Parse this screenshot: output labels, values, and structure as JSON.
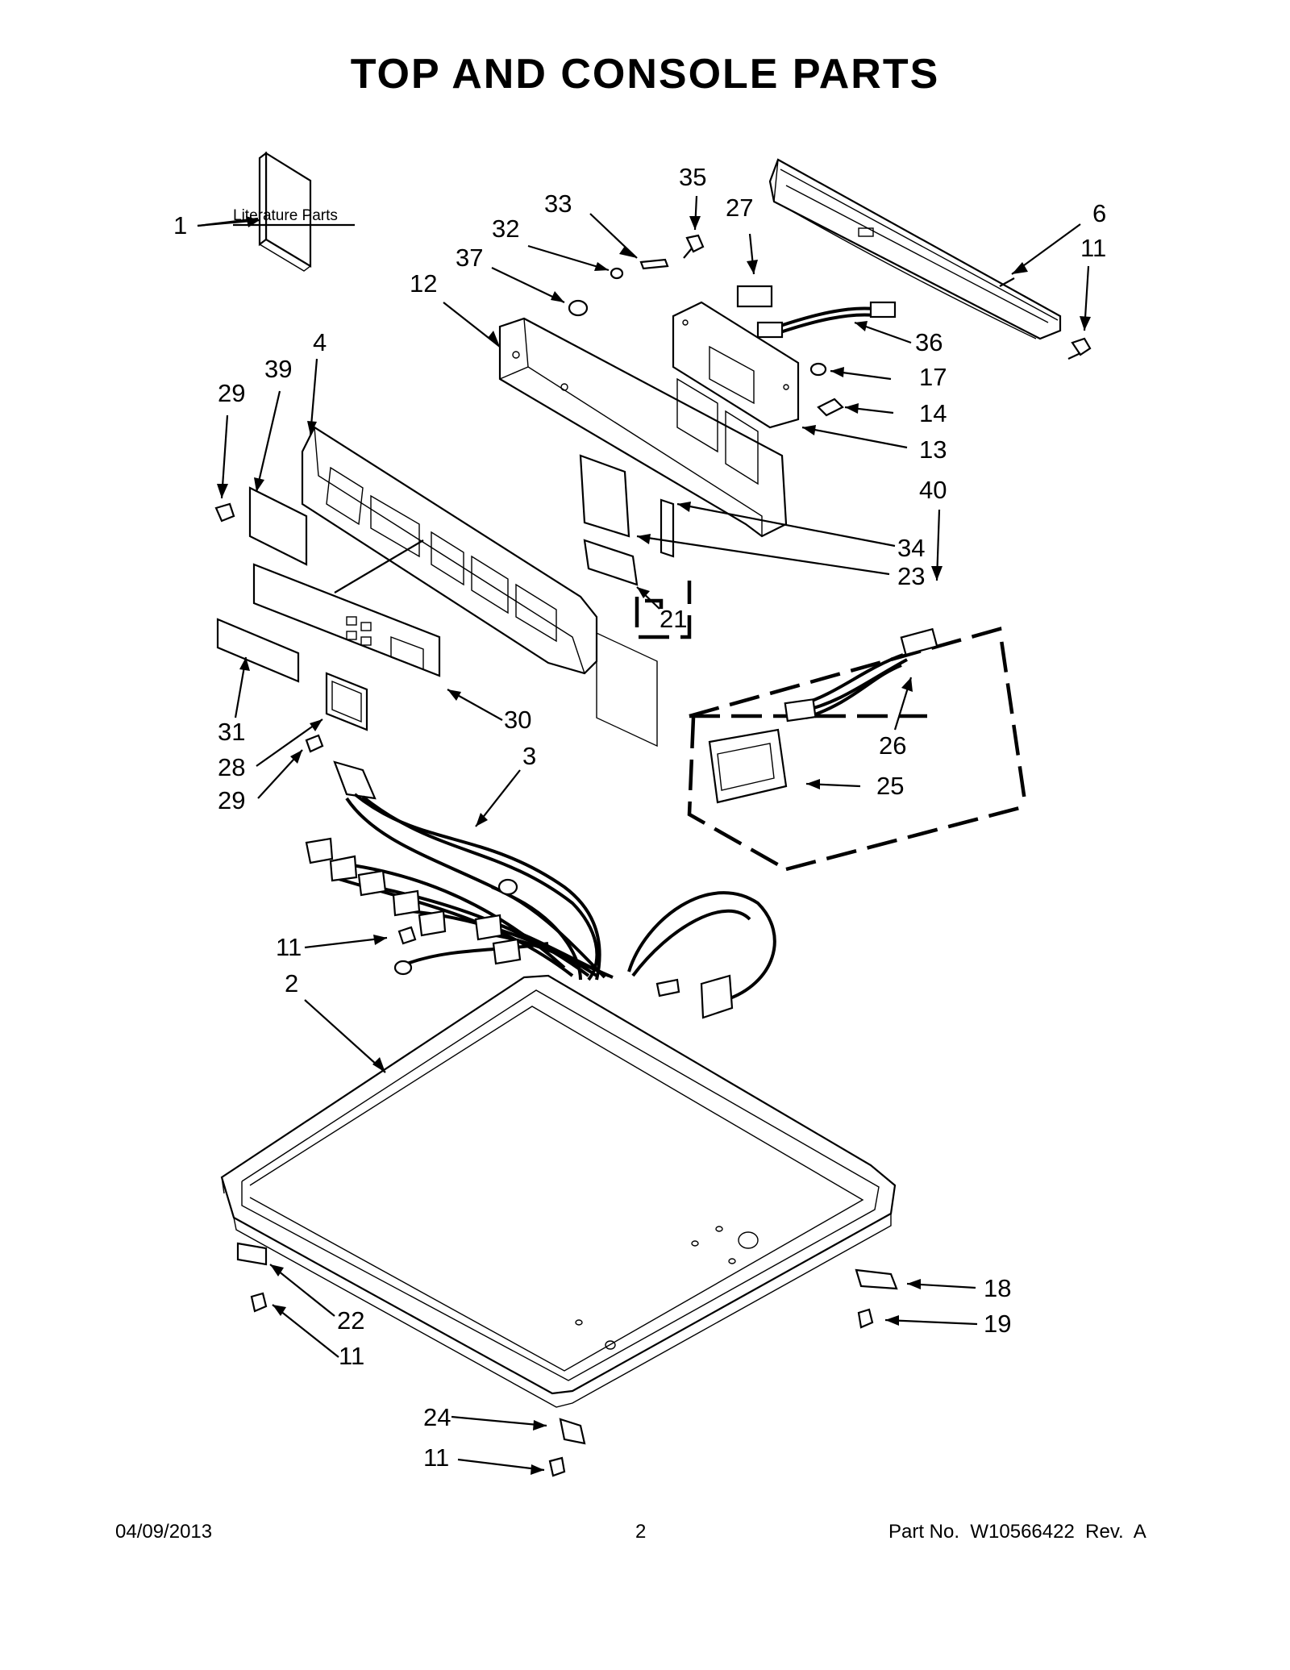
{
  "page": {
    "title": "TOP AND CONSOLE PARTS",
    "literature_label": "Literature Parts"
  },
  "callouts": [
    {
      "id": "c1",
      "text": "1"
    },
    {
      "id": "c35",
      "text": "35"
    },
    {
      "id": "c33",
      "text": "33"
    },
    {
      "id": "c27",
      "text": "27"
    },
    {
      "id": "c6",
      "text": "6"
    },
    {
      "id": "c32",
      "text": "32"
    },
    {
      "id": "c11a",
      "text": "11"
    },
    {
      "id": "c37",
      "text": "37"
    },
    {
      "id": "c12",
      "text": "12"
    },
    {
      "id": "c36",
      "text": "36"
    },
    {
      "id": "c4",
      "text": "4"
    },
    {
      "id": "c39",
      "text": "39"
    },
    {
      "id": "c29a",
      "text": "29"
    },
    {
      "id": "c17",
      "text": "17"
    },
    {
      "id": "c14",
      "text": "14"
    },
    {
      "id": "c13",
      "text": "13"
    },
    {
      "id": "c40",
      "text": "40"
    },
    {
      "id": "c34",
      "text": "34"
    },
    {
      "id": "c23",
      "text": "23"
    },
    {
      "id": "c21",
      "text": "21"
    },
    {
      "id": "c31",
      "text": "31"
    },
    {
      "id": "c30",
      "text": "30"
    },
    {
      "id": "c26",
      "text": "26"
    },
    {
      "id": "c28",
      "text": "28"
    },
    {
      "id": "c3",
      "text": "3"
    },
    {
      "id": "c25",
      "text": "25"
    },
    {
      "id": "c29b",
      "text": "29"
    },
    {
      "id": "c11b",
      "text": "11"
    },
    {
      "id": "c2",
      "text": "2"
    },
    {
      "id": "c18",
      "text": "18"
    },
    {
      "id": "c22",
      "text": "22"
    },
    {
      "id": "c19",
      "text": "19"
    },
    {
      "id": "c11c",
      "text": "11"
    },
    {
      "id": "c24",
      "text": "24"
    },
    {
      "id": "c11d",
      "text": "11"
    }
  ],
  "footer": {
    "date": "04/09/2013",
    "page_number": "2",
    "part_no": "Part No.  W10566422  Rev.  A"
  }
}
